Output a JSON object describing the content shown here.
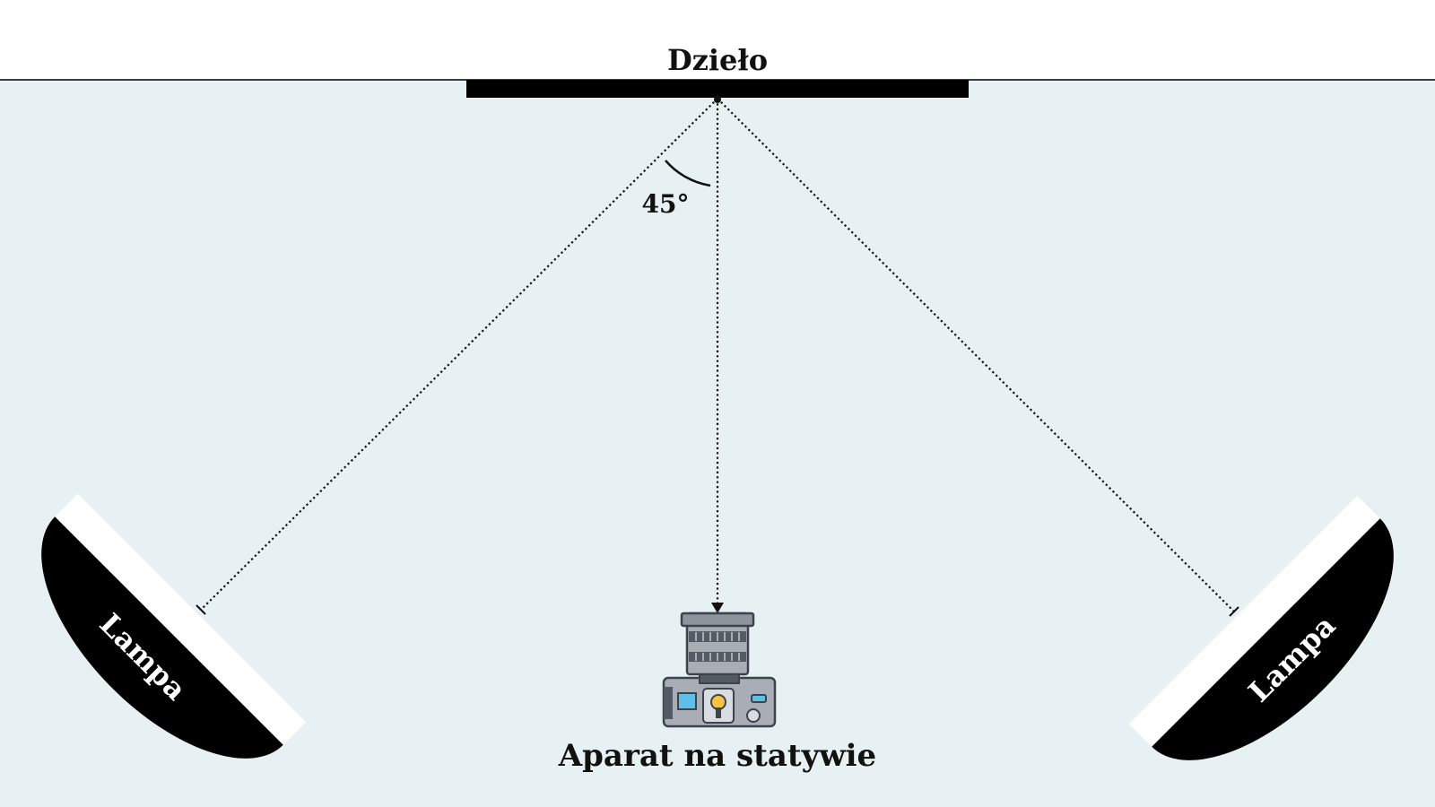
{
  "artwork": {
    "label": "Dzieło"
  },
  "angle": {
    "label": "45°"
  },
  "camera": {
    "label": "Aparat na statywie",
    "icon": "camera-icon"
  },
  "lamps": [
    {
      "label": "Lampa"
    },
    {
      "label": "Lampa"
    }
  ],
  "colors": {
    "background": "#e7f1f3",
    "wall": "#ffffff",
    "ink": "#000000",
    "camera_body": "#a9aeb6",
    "camera_dark": "#545b64",
    "camera_screen": "#5cc0e8",
    "camera_accent": "#f6c342"
  }
}
